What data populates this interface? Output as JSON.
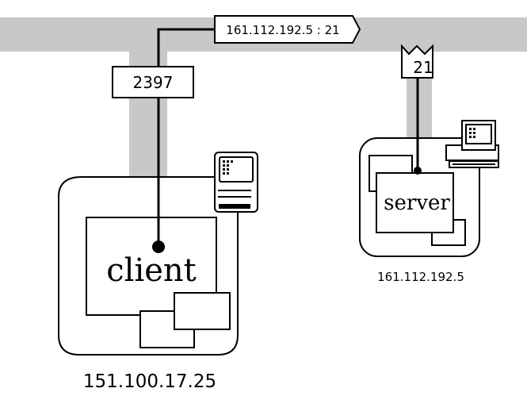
{
  "diagram": {
    "connection_label": "161.112.192.5 : 21",
    "client_port": "2397",
    "server_port": "21",
    "client_label": "client",
    "server_label": "server",
    "client_ip": "151.100.17.25",
    "server_ip": "161.112.192.5",
    "icons": {
      "client_computer": "classic-mac-icon",
      "server_computer": "desktop-computer-icon"
    },
    "colors": {
      "network": "#c8c8c8",
      "line": "#000000",
      "background": "#ffffff"
    }
  }
}
